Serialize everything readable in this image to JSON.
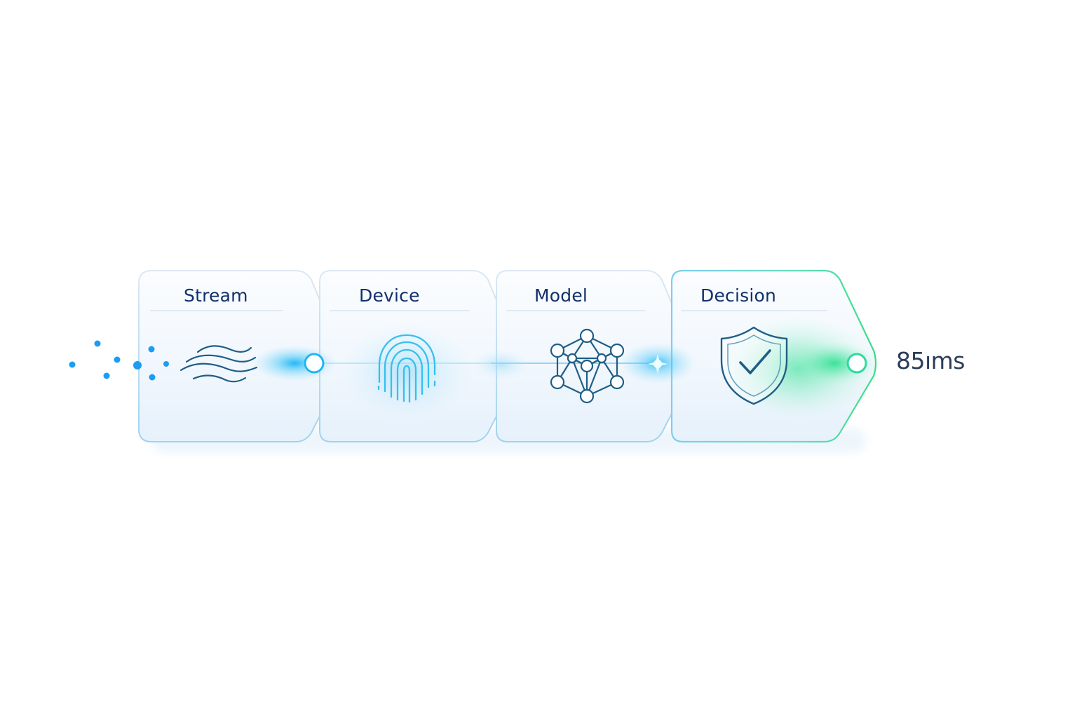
{
  "pipeline": {
    "stages": [
      {
        "label": "Stream",
        "icon": "wave-lines-icon"
      },
      {
        "label": "Device",
        "icon": "fingerprint-icon"
      },
      {
        "label": "Model",
        "icon": "network-graph-icon"
      },
      {
        "label": "Decision",
        "icon": "shield-check-icon"
      }
    ],
    "latency": "85ıms"
  },
  "colors": {
    "title_text": "#12306b",
    "icon_stroke": "#1f5e86",
    "fingerprint_stroke": "#35c0ee",
    "glow_blue": "#1ab8f5",
    "glow_green": "#27e38a",
    "particle": "#1a9df2",
    "latency_text": "#2c3d5a"
  }
}
